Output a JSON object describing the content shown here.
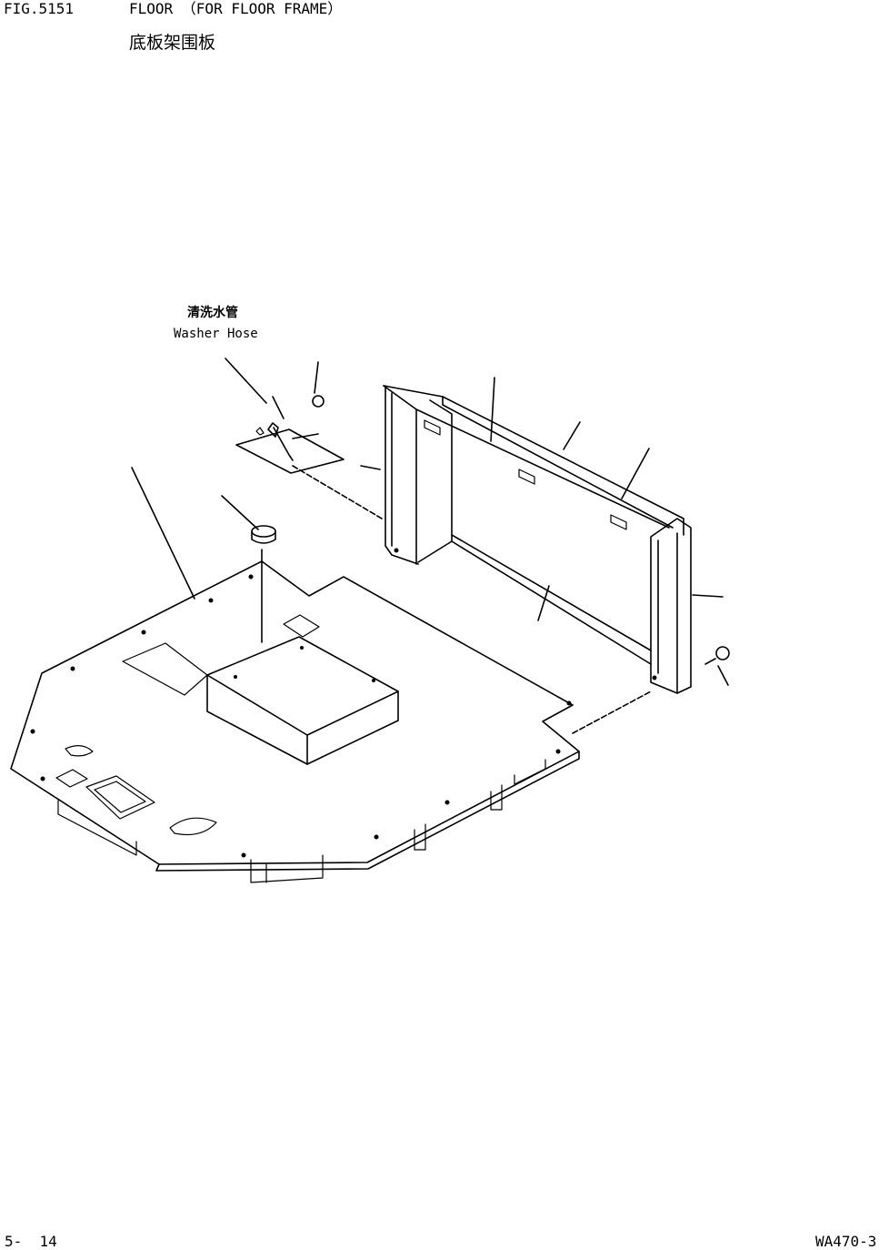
{
  "header": {
    "fig_label": "FIG.5151",
    "title": "FLOOR （FOR FLOOR FRAME）",
    "title_cn": "底板架围板"
  },
  "callouts": {
    "washer_hose_cn": "清洗水管",
    "washer_hose_en": "Washer Hose"
  },
  "footer": {
    "page": "5-  14",
    "model": "WA470-3"
  }
}
